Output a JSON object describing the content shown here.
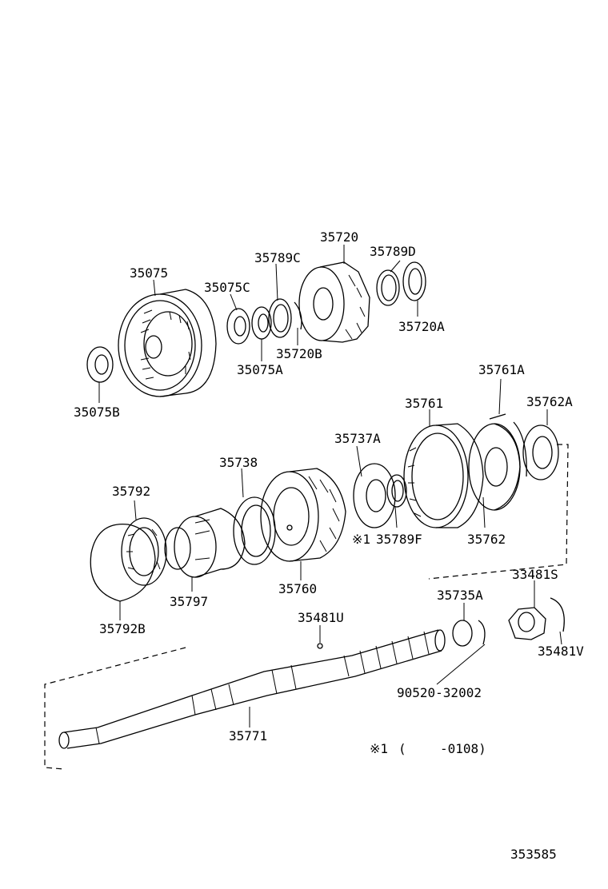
{
  "labels": {
    "p35720": "35720",
    "p35789C": "35789C",
    "p35789D": "35789D",
    "p35075": "35075",
    "p35075C": "35075C",
    "p35720A": "35720A",
    "p35720B": "35720B",
    "p35075A": "35075A",
    "p35075B": "35075B",
    "p35761A": "35761A",
    "p35761": "35761",
    "p35762A": "35762A",
    "p35737A": "35737A",
    "p35738": "35738",
    "p35792": "35792",
    "p35789F_mark": "※1",
    "p35789F": "35789F",
    "p35762": "35762",
    "p35760": "35760",
    "p35797": "35797",
    "p35792B": "35792B",
    "p33481S": "33481S",
    "p35735A": "35735A",
    "p35481U": "35481U",
    "p35481V": "35481V",
    "p90520": "90520-32002",
    "p35771": "35771"
  },
  "footnote": {
    "mark": "※1",
    "open": "(",
    "range": "-0108)"
  },
  "diagram_id": "353585"
}
